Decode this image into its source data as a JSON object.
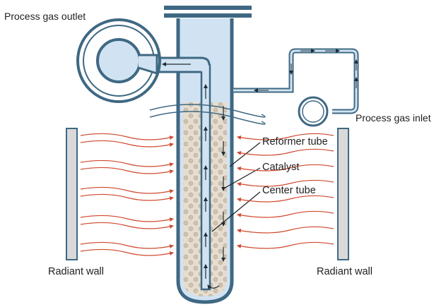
{
  "labels": {
    "process_gas_outlet": "Process gas outlet",
    "process_gas_inlet": "Process gas inlet",
    "reformer_tube": "Reformer tube",
    "catalyst": "Catalyst",
    "center_tube": "Center tube",
    "radiant_wall_left": "Radiant wall",
    "radiant_wall_right": "Radiant wall"
  },
  "colors": {
    "tube_outline": "#3f6883",
    "gas_fill": "#d1e3f2",
    "catalyst_fill": "#e6ddd0",
    "heat_arrow": "#d0492e",
    "wall_fill": "#d9d9d9"
  }
}
